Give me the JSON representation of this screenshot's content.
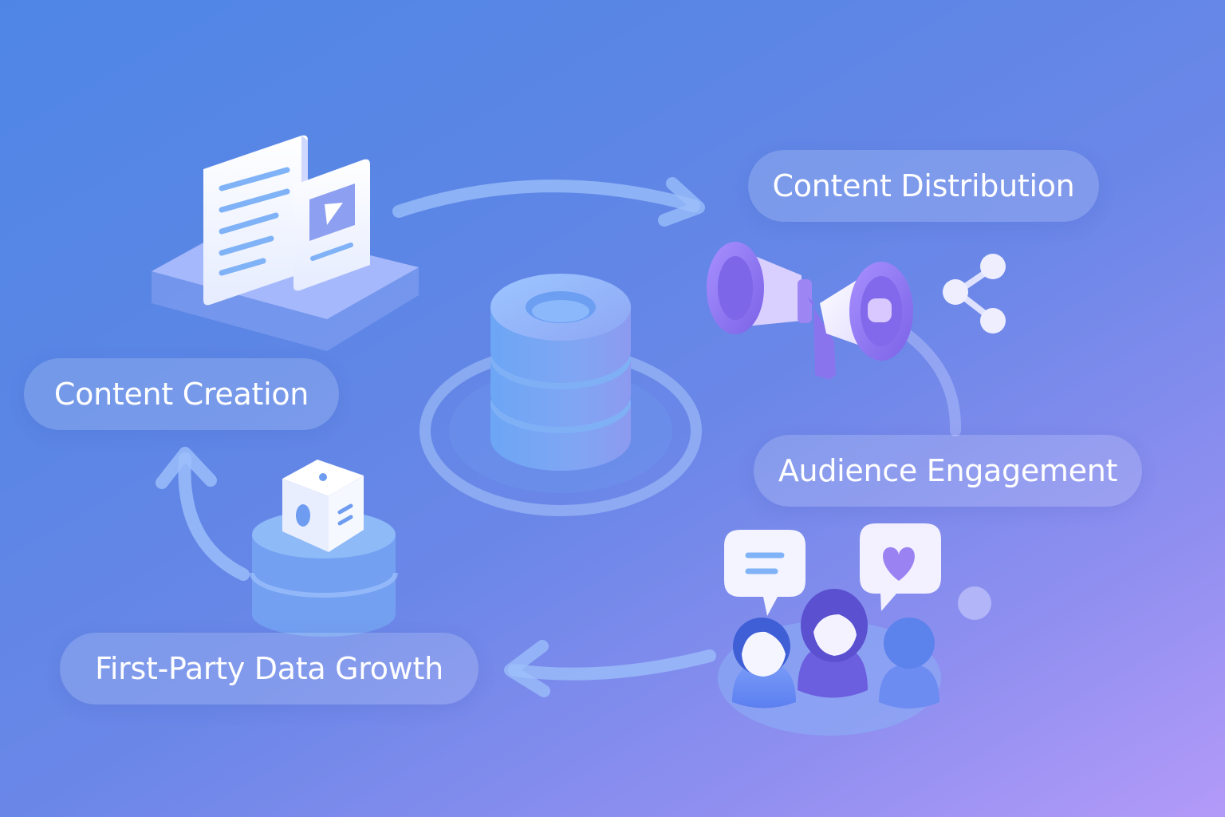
{
  "diagram": {
    "stages": [
      {
        "id": "content-creation",
        "label": "Content Creation"
      },
      {
        "id": "content-distribution",
        "label": "Content Distribution"
      },
      {
        "id": "audience-engagement",
        "label": "Audience Engagement"
      },
      {
        "id": "first-party-data-growth",
        "label": "First-Party Data Growth"
      }
    ],
    "icons": {
      "center": "database-icon",
      "creation": "documents-and-video-icon",
      "distribution": "megaphone-icon",
      "share": "share-icon",
      "engagement": "audience-chat-icon",
      "growth": "data-cube-icon"
    },
    "colors": {
      "background_start": "#4f86e6",
      "background_end": "#b39af8",
      "accent_purple": "#8b6cf0",
      "accent_blue": "#6e9cf0",
      "label_text": "#ffffff"
    }
  }
}
